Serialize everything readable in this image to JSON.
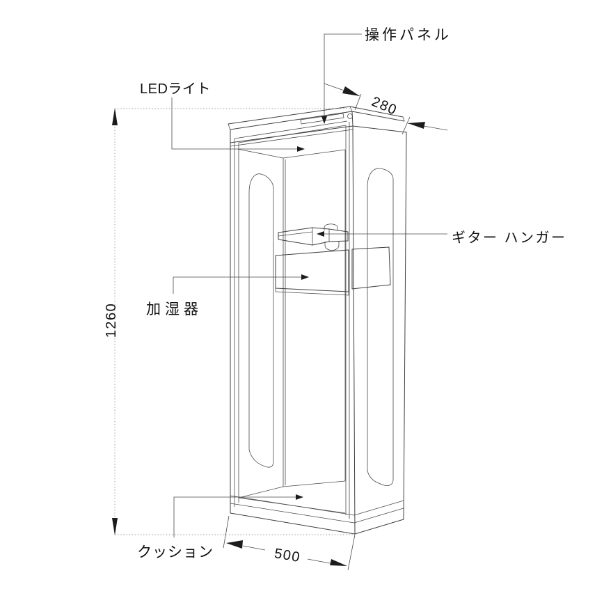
{
  "diagram": {
    "kind": "technical line drawing of a guitar display cabinet with dimensions",
    "labels": {
      "operation_panel": "操作パネル",
      "led_light": "LEDライト",
      "guitar_hanger": "ギター ハンガー",
      "humidifier": "加湿器",
      "cushion": "クッション"
    },
    "dimensions": {
      "height": "1260",
      "depth": "280",
      "width": "500"
    },
    "colors": {
      "line": "#3f3f3f",
      "dimension_dotted": "#9a9a9a",
      "text": "#111111",
      "background": "#ffffff"
    }
  }
}
